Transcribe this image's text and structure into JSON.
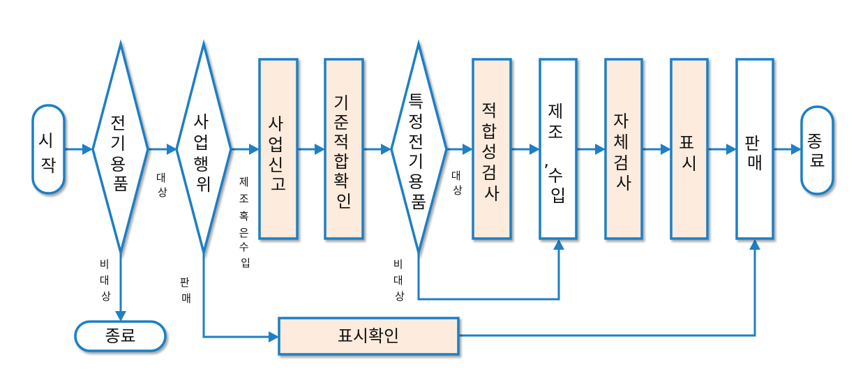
{
  "colors": {
    "stroke": "#1f7fc4",
    "process_fill": "#fdebdd",
    "plain_fill": "#ffffff",
    "text": "#111111"
  },
  "nodes": {
    "start": {
      "label": "시작",
      "lines": [
        "시",
        "작"
      ],
      "type": "terminal"
    },
    "electric_product": {
      "label": "전기용품",
      "lines": [
        "전",
        "기",
        "용",
        "품"
      ],
      "type": "decision"
    },
    "business_activity": {
      "label": "사업행위",
      "lines": [
        "사",
        "업",
        "행",
        "위"
      ],
      "type": "decision"
    },
    "business_report": {
      "label": "사업신고",
      "lines": [
        "사",
        "업",
        "신",
        "고"
      ],
      "type": "process-highlight"
    },
    "standard_conformity": {
      "label": "기준적합확인",
      "lines": [
        "기",
        "준",
        "적",
        "합",
        "확",
        "인"
      ],
      "type": "process-highlight"
    },
    "specific_electric_product": {
      "label": "특정전기용품",
      "lines": [
        "특",
        "정",
        "전",
        "기",
        "용",
        "품"
      ],
      "type": "decision"
    },
    "conformity_inspection": {
      "label": "적합성검사",
      "lines": [
        "적",
        "합",
        "성",
        "검",
        "사"
      ],
      "type": "process-highlight"
    },
    "manufacture_import": {
      "label": "제조,수입",
      "lines": [
        "제",
        "조",
        ",",
        "수",
        "입"
      ],
      "type": "process"
    },
    "self_inspection": {
      "label": "자체검사",
      "lines": [
        "자",
        "체",
        "검",
        "사"
      ],
      "type": "process-highlight"
    },
    "marking": {
      "label": "표시",
      "lines": [
        "표",
        "시"
      ],
      "type": "process-highlight"
    },
    "sale": {
      "label": "판매",
      "lines": [
        "판",
        "매"
      ],
      "type": "process"
    },
    "end_main": {
      "label": "종료",
      "lines": [
        "종",
        "료"
      ],
      "type": "terminal"
    },
    "end_non_target": {
      "label": "종료",
      "type": "terminal"
    },
    "marking_check": {
      "label": "표시확인",
      "type": "process-highlight"
    }
  },
  "edge_labels": {
    "electric_target": {
      "label": "대상",
      "lines": [
        "대",
        "상"
      ]
    },
    "electric_non_target": {
      "label": "비대상",
      "lines": [
        "비",
        "대",
        "상"
      ]
    },
    "activity_manufacture": {
      "label": "제조혹은수입",
      "lines": [
        "제",
        "조",
        "혹",
        "은",
        "수",
        "입"
      ]
    },
    "activity_sale": {
      "label": "판매",
      "lines": [
        "판",
        "매"
      ]
    },
    "specific_target": {
      "label": "대상",
      "lines": [
        "대",
        "상"
      ]
    },
    "specific_non_target": {
      "label": "비대상",
      "lines": [
        "비",
        "대",
        "상"
      ]
    }
  }
}
